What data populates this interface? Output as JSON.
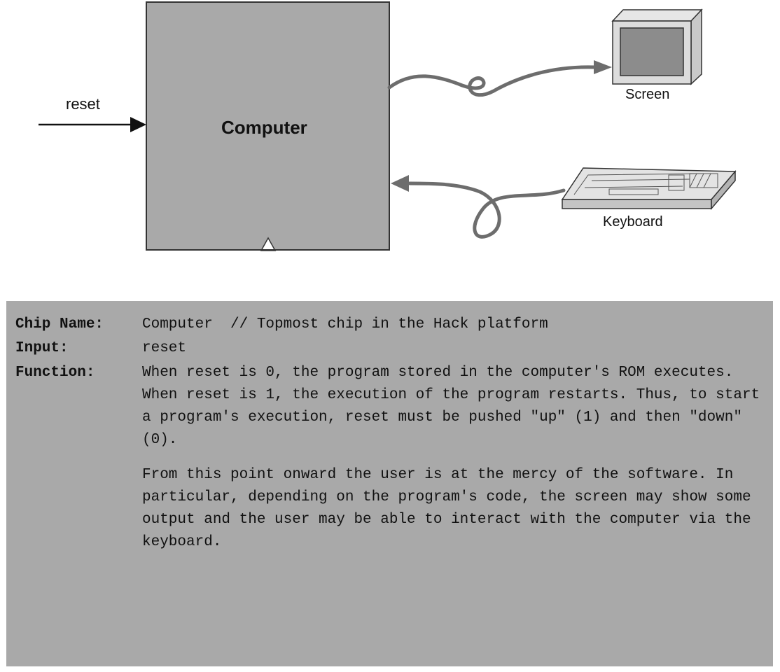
{
  "diagram": {
    "reset_label": "reset",
    "computer_label": "Computer",
    "screen_label": "Screen",
    "keyboard_label": "Keyboard",
    "icons": [
      "monitor-icon",
      "keyboard-icon"
    ],
    "colors": {
      "computer_box": "#a9a9a9",
      "spec_background": "#a9a9a9",
      "cable": "#6d6d6d",
      "arrow": "#111111"
    }
  },
  "spec": {
    "chip_name_key": "Chip Name:",
    "chip_name_value": "Computer  // Topmost chip in the Hack platform",
    "input_key": "Input:",
    "input_value": "reset",
    "function_key": "Function:",
    "function_p1": "When reset is 0, the program stored in the computer's ROM executes. When reset is 1, the execution of the program restarts. Thus, to start a program's execution, reset must be pushed \"up\" (1) and then \"down\" (0).",
    "function_p2": "From this point onward the user is at the mercy of the software. In particular, depending on the program's code, the screen may show some output and the user may be able to interact with the computer via the keyboard."
  }
}
